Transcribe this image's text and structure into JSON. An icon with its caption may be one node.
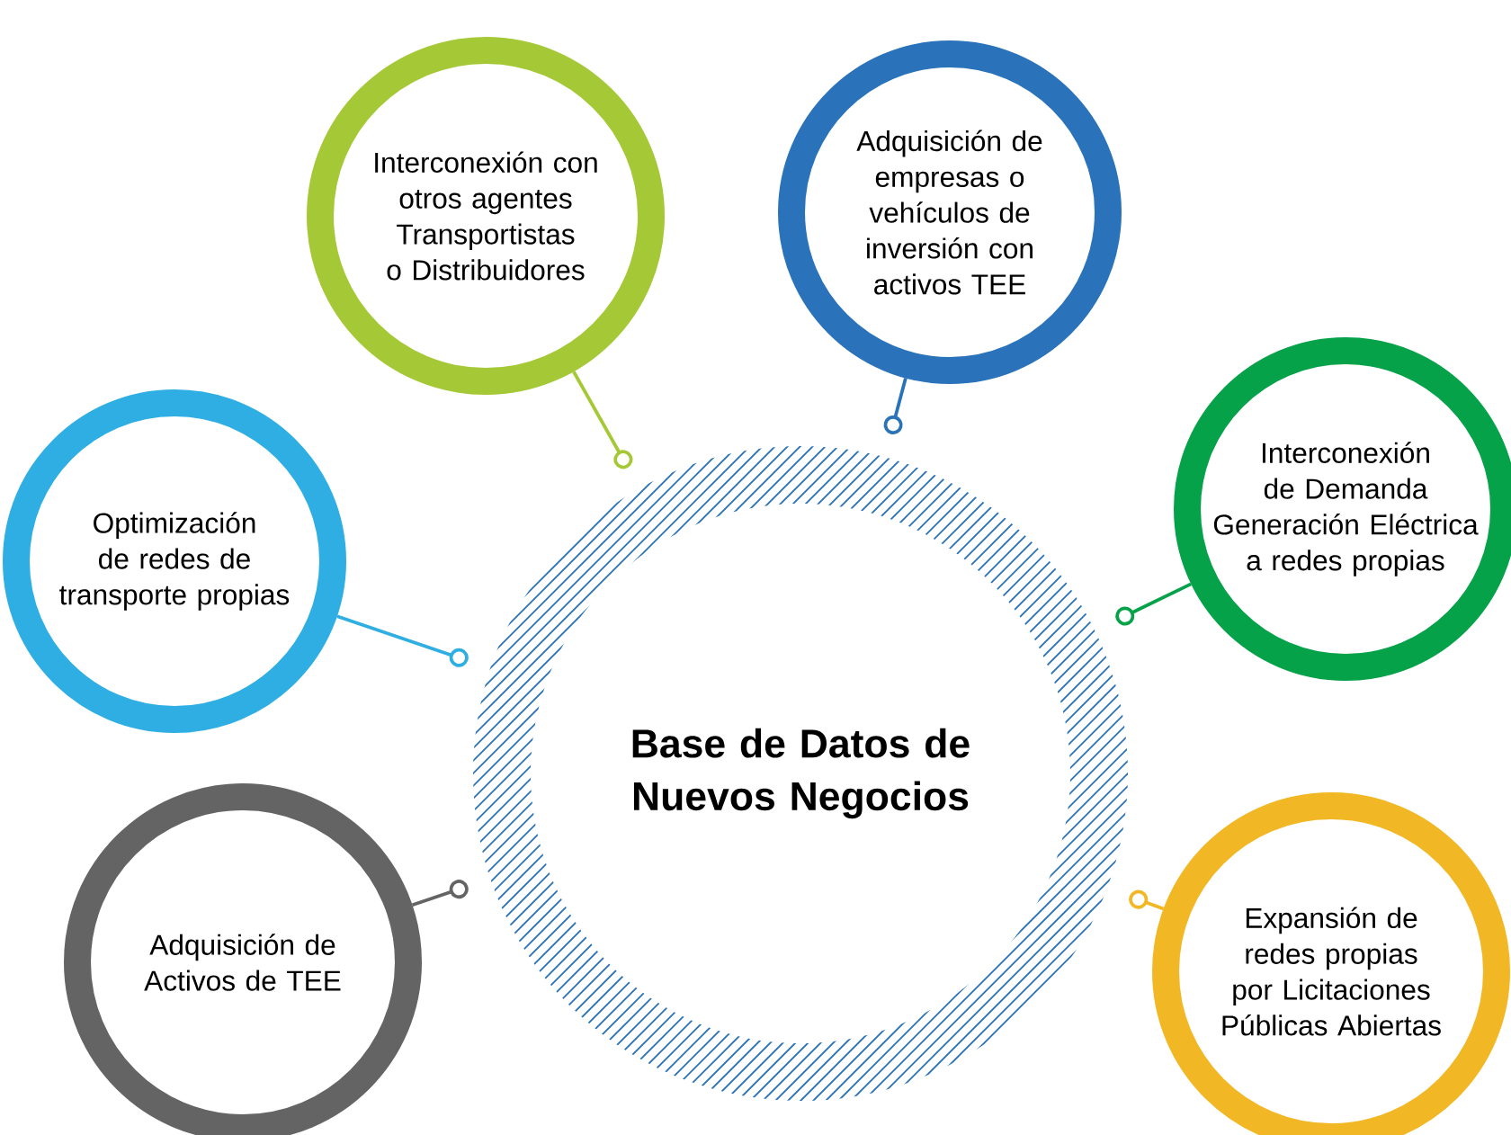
{
  "diagram": {
    "nodes": [
      {
        "text": [
          "Base de Datos de Nuevos Negocios"
        ]
      },
      {
        "text": [
          "Interconexión con otros agentes Transportistas o Distribuidores"
        ]
      },
      {
        "text": [
          "Adquisición de empresas o vehículos de inversión con activos TEE"
        ]
      },
      {
        "text": [
          "Optimización de redes de transporte propias"
        ]
      },
      {
        "text": [
          "Interconexión de Demanda Generación Eléctrica a redes propias"
        ]
      },
      {
        "text": [
          "Adquisición de Activos de TEE"
        ]
      },
      {
        "text": [
          "Expansión de redes propias por Licitaciones Públicas Abiertas"
        ]
      }
    ],
    "edges": [
      {
        "from": 1,
        "to": 0,
        "arrow": "other",
        "color": "#a5c936"
      },
      {
        "from": 2,
        "to": 0,
        "arrow": "other",
        "color": "#2a73ba"
      },
      {
        "from": 3,
        "to": 0,
        "arrow": "other",
        "color": "#2eaee3"
      },
      {
        "from": 4,
        "to": 0,
        "arrow": "other",
        "color": "#05a24a"
      },
      {
        "from": 5,
        "to": 0,
        "arrow": "other",
        "color": "#646464"
      },
      {
        "from": 6,
        "to": 0,
        "arrow": "other",
        "color": "#f2b724"
      }
    ]
  }
}
